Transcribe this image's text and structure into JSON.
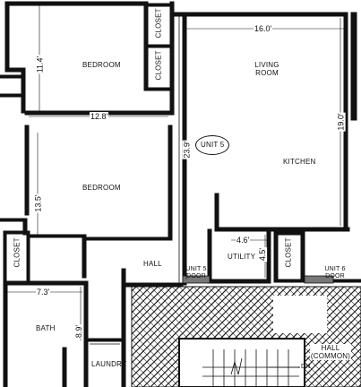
{
  "rooms": {
    "bedroom_1": "BEDROOM",
    "bedroom_2": "BEDROOM",
    "closet_1": "CLOSET",
    "closet_2": "CLOSET",
    "closet_3": "CLOSET",
    "closet_4": "CLOSET",
    "living_room": "LIVING ROOM",
    "kitchen": "KITCHEN",
    "unit": "UNIT 5",
    "hall": "HALL",
    "utility": "UTILITY",
    "unit5_door": "UNIT 5 DOOR",
    "unit6_door": "UNIT 6 DOOR",
    "bath": "BATH",
    "laundry": "LAUNDRY",
    "common_hall": "HALL (COMMON)",
    "stair_dn": "DN"
  },
  "dimensions": {
    "bedroom_1_height": "11.4'",
    "bedroom_1_width": "12.8'",
    "bedroom_2_height": "13.5'",
    "living_width": "16.0'",
    "living_height": "19.0'",
    "unit_depth": "23.9'",
    "utility_width": "4.6'",
    "utility_height": "4.5'",
    "bath_width": "7.3'",
    "bath_height": "8.9'"
  }
}
